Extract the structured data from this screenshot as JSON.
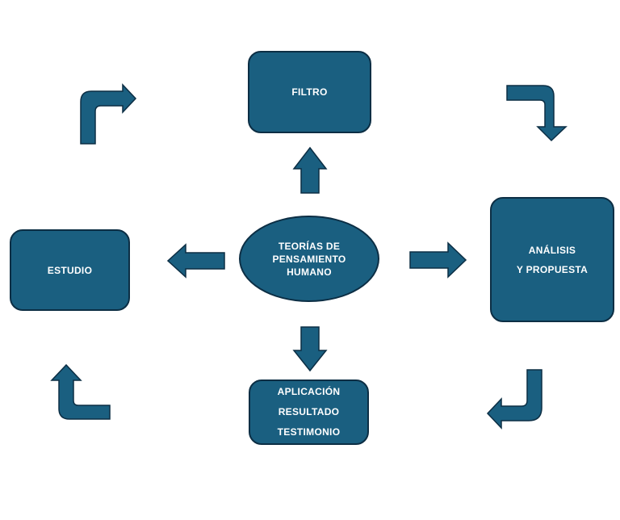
{
  "diagram": {
    "colors": {
      "node_fill": "#1a5f80",
      "node_border": "#0c2e44",
      "text": "#ffffff",
      "background": "#ffffff"
    },
    "center": {
      "lines": [
        "TEORÍAS DE",
        "PENSAMIENTO",
        "HUMANO"
      ]
    },
    "top": {
      "label": "FILTRO"
    },
    "left": {
      "label": "ESTUDIO"
    },
    "right": {
      "lines": [
        "ANÁLISIS",
        "Y PROPUESTA"
      ]
    },
    "bottom": {
      "lines": [
        "APLICACIÓN",
        "RESULTADO",
        "TESTIMONIO"
      ]
    }
  }
}
